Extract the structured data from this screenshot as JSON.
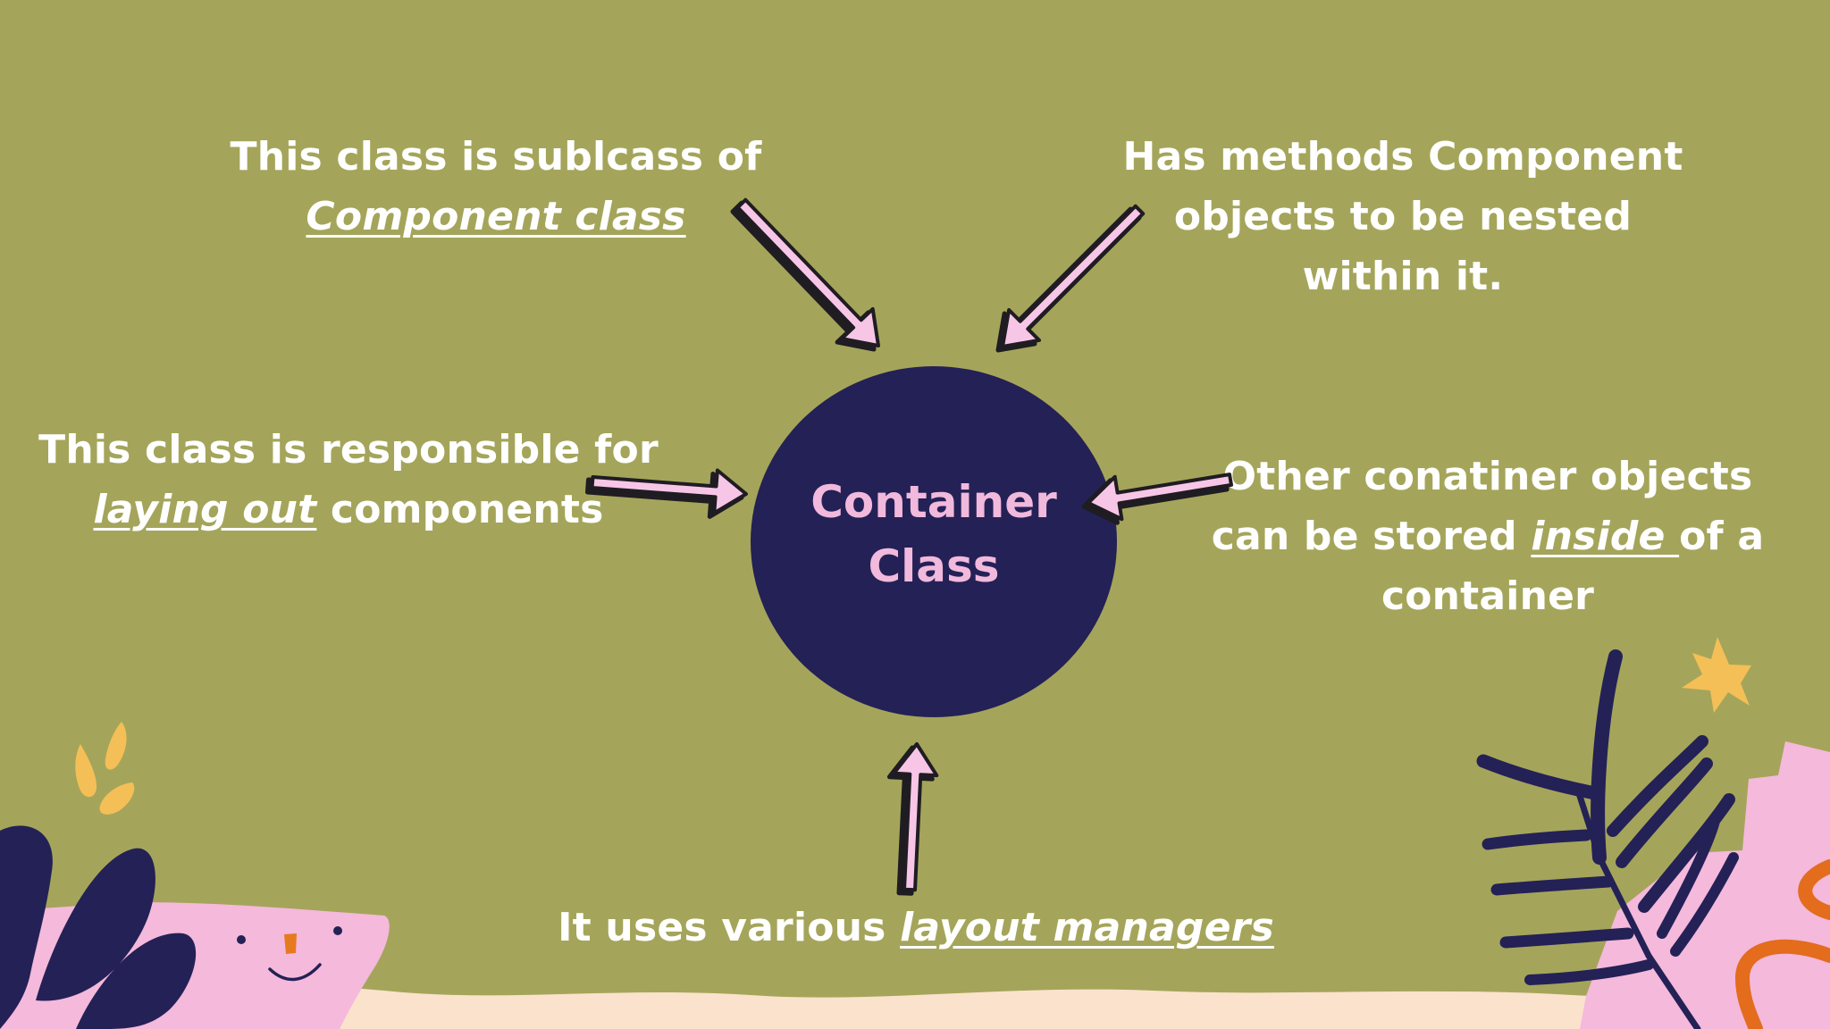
{
  "center": {
    "line1": "Container",
    "line2": "Class"
  },
  "labels": {
    "top_left": {
      "line1": "This class is sublcass of",
      "line2_underlined": "Component class"
    },
    "top_right": {
      "line1": "Has methods Component",
      "line2": "objects to be nested",
      "line3": "within it."
    },
    "middle_left": {
      "line1": "This class is responsible for",
      "line2_underlined": "laying out",
      "line2_rest": " components"
    },
    "middle_right": {
      "line1": "Other conatiner objects",
      "line2_prefix": "can be stored ",
      "line2_underlined": "inside ",
      "line2_suffix": "of a",
      "line3": "container"
    },
    "bottom": {
      "prefix": "It uses various ",
      "underlined": "layout managers"
    }
  },
  "colors": {
    "background": "#a4a55a",
    "circle": "#242156",
    "label_text": "#ffffff",
    "center_text": "#f1b9dc",
    "arrow_fill": "#f7c6e7",
    "arrow_outline": "#1f1c22"
  }
}
